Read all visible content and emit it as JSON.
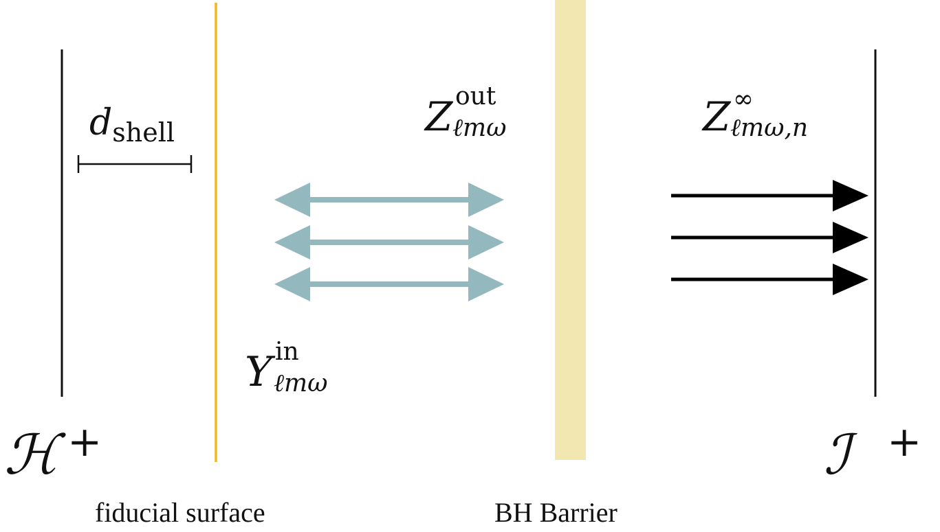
{
  "colors": {
    "line": "#111111",
    "fiducial": "#F2B61E",
    "barrier": "#F2E7B1",
    "arrow_teal": "#93B8BE",
    "arrow_black": "#000000"
  },
  "labels": {
    "d_shell": {
      "base": "d",
      "sub": "shell"
    },
    "z_out": {
      "base": "Z",
      "sup": "out",
      "sub": "ℓmω"
    },
    "z_inf": {
      "base": "Z",
      "sup": "∞",
      "sub": "ℓmω,n"
    },
    "y_in": {
      "base": "Y",
      "sup": "in",
      "sub": "ℓmω"
    },
    "horizon": {
      "base": "ℋ",
      "sup": "+"
    },
    "scri": {
      "base": "ℐ",
      "sup": "+"
    },
    "fiducial_surface": "fiducial surface",
    "bh_barrier": "BH Barrier"
  },
  "icons": {
    "teal_arrows": "double-headed-arrow",
    "black_arrows": "right-arrow"
  }
}
